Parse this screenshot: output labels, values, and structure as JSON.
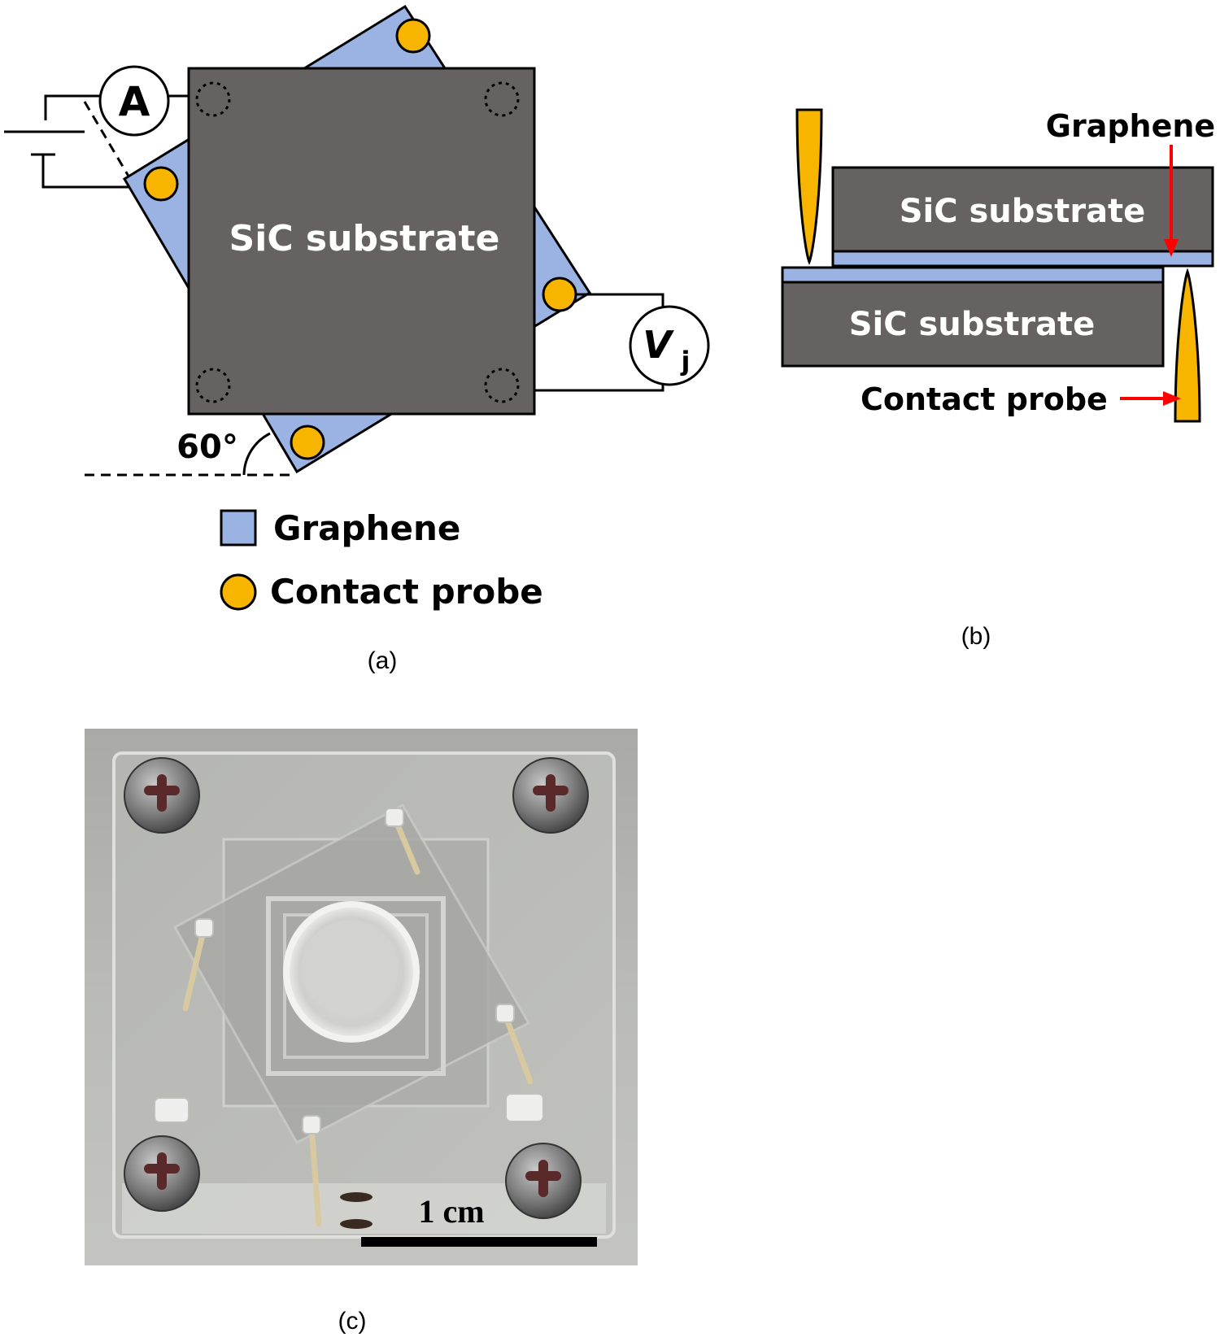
{
  "colors": {
    "substrate": "#676262",
    "graphene": "#9ab3e2",
    "probe": "#f7b500",
    "arrow": "#ff0000",
    "background": "#ffffff"
  },
  "panel_a": {
    "substrate_label": "SiC substrate",
    "ammeter_symbol": "A",
    "voltmeter_symbol": "V",
    "voltmeter_subscript": "j",
    "angle_label": "60°",
    "legend": {
      "graphene": "Graphene",
      "contact_probe": "Contact probe"
    },
    "caption": "(a)"
  },
  "panel_b": {
    "top_substrate_label": "SiC substrate",
    "bottom_substrate_label": "SiC substrate",
    "graphene_label": "Graphene",
    "probe_label": "Contact probe",
    "caption": "(b)"
  },
  "panel_c": {
    "scale_label": "1 cm",
    "caption": "(c)"
  }
}
